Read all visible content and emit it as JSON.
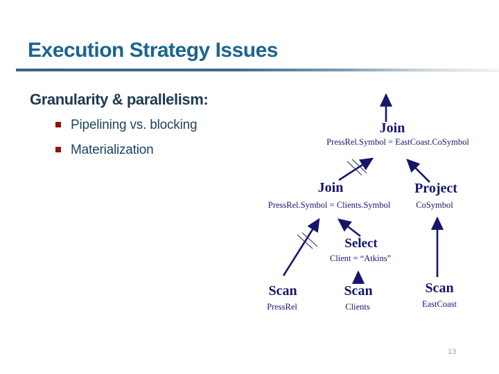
{
  "slide": {
    "title": "Execution Strategy Issues",
    "page_number": "13"
  },
  "content": {
    "heading": "Granularity & parallelism:",
    "bullets": [
      {
        "label": "Pipelining vs. blocking"
      },
      {
        "label": "Materialization"
      }
    ]
  },
  "tree": {
    "nodes": [
      {
        "id": "join-top",
        "label": "Join",
        "annotation": "PressRel.Symbol = EastCoast.CoSymbol"
      },
      {
        "id": "join-mid",
        "label": "Join",
        "annotation": "PressRel.Symbol = Clients.Symbol"
      },
      {
        "id": "project",
        "label": "Project",
        "annotation": "CoSymbol"
      },
      {
        "id": "select",
        "label": "Select",
        "annotation": "Client = “Atkins”"
      },
      {
        "id": "scan-pressrel",
        "label": "Scan",
        "annotation": "PressRel"
      },
      {
        "id": "scan-clients",
        "label": "Scan",
        "annotation": "Clients"
      },
      {
        "id": "scan-eastcoast",
        "label": "Scan",
        "annotation": "EastCoast"
      }
    ],
    "edge_marks": "double-slash marks on pipelined/blocked edges"
  },
  "colors": {
    "title": "#1b6490",
    "heading": "#1d3a52",
    "bullet_text": "#1d4460",
    "bullet_marker": "#8b1510",
    "tree_ink": "#15156b",
    "rule_gradient_start": "#3a647f",
    "page_number": "#9aa0a6"
  }
}
